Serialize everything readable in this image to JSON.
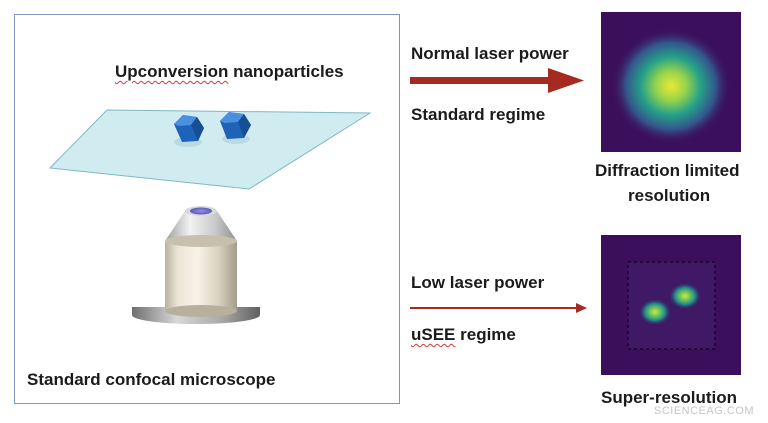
{
  "left_panel": {
    "particles_label": {
      "prefix": "",
      "squiggle": "Upconversion",
      "suffix": " nanoparticles"
    },
    "microscope_label": "Standard confocal microscope"
  },
  "top_row": {
    "power": "Normal laser power",
    "regime": "Standard regime",
    "result_line1": "Diffraction limited",
    "result_line2": "resolution"
  },
  "bottom_row": {
    "power": "Low laser power",
    "regime": {
      "prefix": "",
      "squiggle": "uSEE",
      "suffix": " regime"
    },
    "result": "Super-resolution"
  },
  "watermark": "SCIENCEAG.COM",
  "colors": {
    "arrow": "#a52a22",
    "image_background": "#3b0f5c",
    "panel_border": "#7b97c2",
    "nanoparticle": "#1f63b8",
    "slide": "#c9e9ee"
  }
}
